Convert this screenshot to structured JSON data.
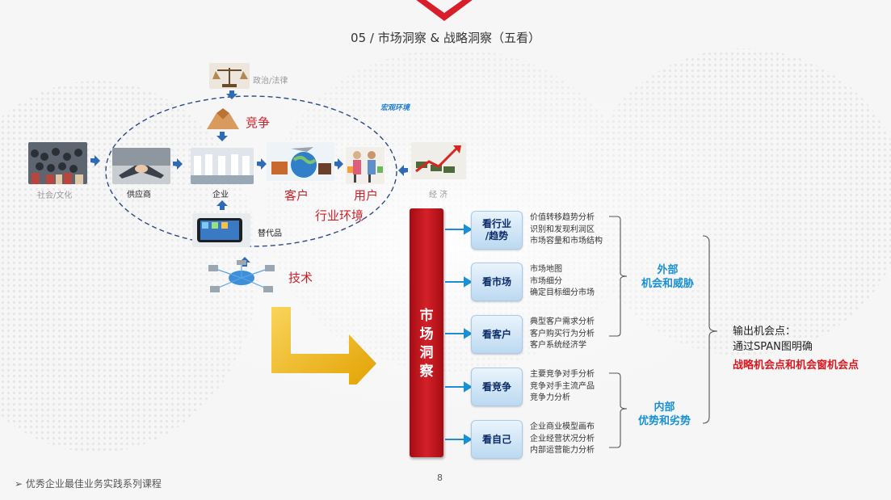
{
  "title": "05 / 市场洞察 & 战略洞察（五看）",
  "macro": {
    "politics": "政治/法律",
    "competition": "竞争",
    "macro_env": "宏观环境",
    "society": "社会/文化",
    "supplier": "供应商",
    "enterprise": "企业",
    "customer": "客户",
    "user": "用户",
    "economy": "经 济",
    "industry_env": "行业环境",
    "substitute": "替代品",
    "technology": "技术"
  },
  "bar_label": [
    "市",
    "场",
    "洞",
    "察"
  ],
  "looks": [
    {
      "label": "看行业\n/趋势",
      "items": [
        "价值转移趋势分析",
        "识别和发现利润区",
        "市场容量和市场结构"
      ]
    },
    {
      "label": "看市场",
      "items": [
        "市场地图",
        "市场细分",
        "确定目标细分市场"
      ]
    },
    {
      "label": "看客户",
      "items": [
        "典型客户需求分析",
        "客户购买行为分析",
        "客户系统经济学"
      ]
    },
    {
      "label": "看竞争",
      "items": [
        "主要竞争对手分析",
        "竞争对手主流产品",
        "竞争力分析"
      ]
    },
    {
      "label": "看自己",
      "items": [
        "企业商业模型画布",
        "企业经营状况分析",
        "内部运营能力分析"
      ]
    }
  ],
  "external": [
    "外部",
    "机会和威胁"
  ],
  "internal": [
    "内部",
    "优势和劣势"
  ],
  "output": {
    "line1": "输出机会点：",
    "line2": "通过SPAN图明确",
    "line3": "战略机会点和机会窗机会点"
  },
  "footer": "➢ 优秀企业最佳业务实践系列课程",
  "page_number": "8",
  "colors": {
    "accent_red": "#d81e2a",
    "accent_blue": "#1990d6",
    "arrow_blue": "#2e6bb4"
  }
}
